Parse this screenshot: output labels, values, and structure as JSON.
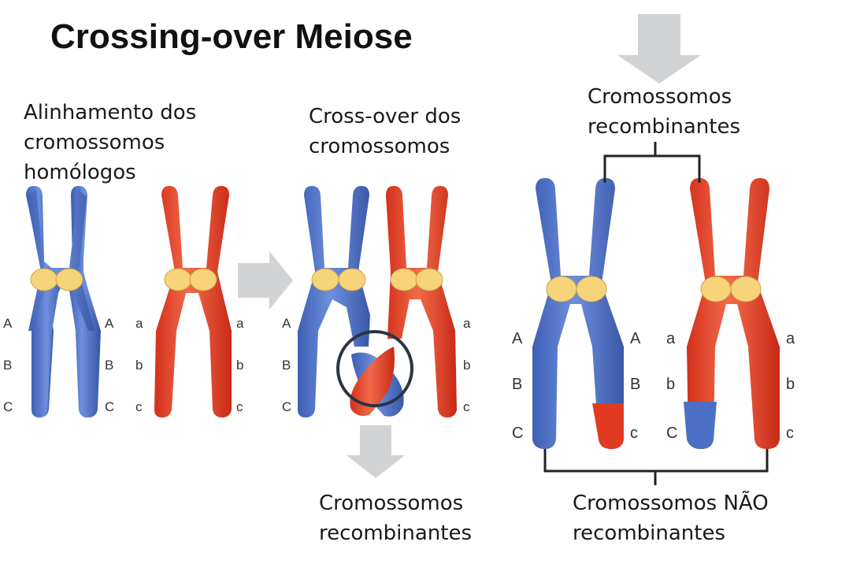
{
  "title": "Crossing-over Meiose",
  "captions": {
    "alignment": [
      "Alinhamento dos",
      "cromossomos",
      "homólogos"
    ],
    "crossover": [
      "Cross-over dos",
      "cromossomos"
    ],
    "recombinant_top": [
      "Cromossomos",
      "recombinantes"
    ],
    "recombinant_bottom": [
      "Cromossomos",
      "recombinantes"
    ],
    "non_recombinant": [
      "Cromossomos NÃO",
      "recombinantes"
    ]
  },
  "alleles": {
    "upper": [
      "A",
      "B",
      "C"
    ],
    "lower": [
      "a",
      "b",
      "c"
    ]
  },
  "colors": {
    "blue": "#4a6fc4",
    "red": "#e23b22",
    "centromere": "#f7d37a",
    "arrow": "#d2d3d4",
    "circle": "#2c3442",
    "bracket": "#222222"
  }
}
